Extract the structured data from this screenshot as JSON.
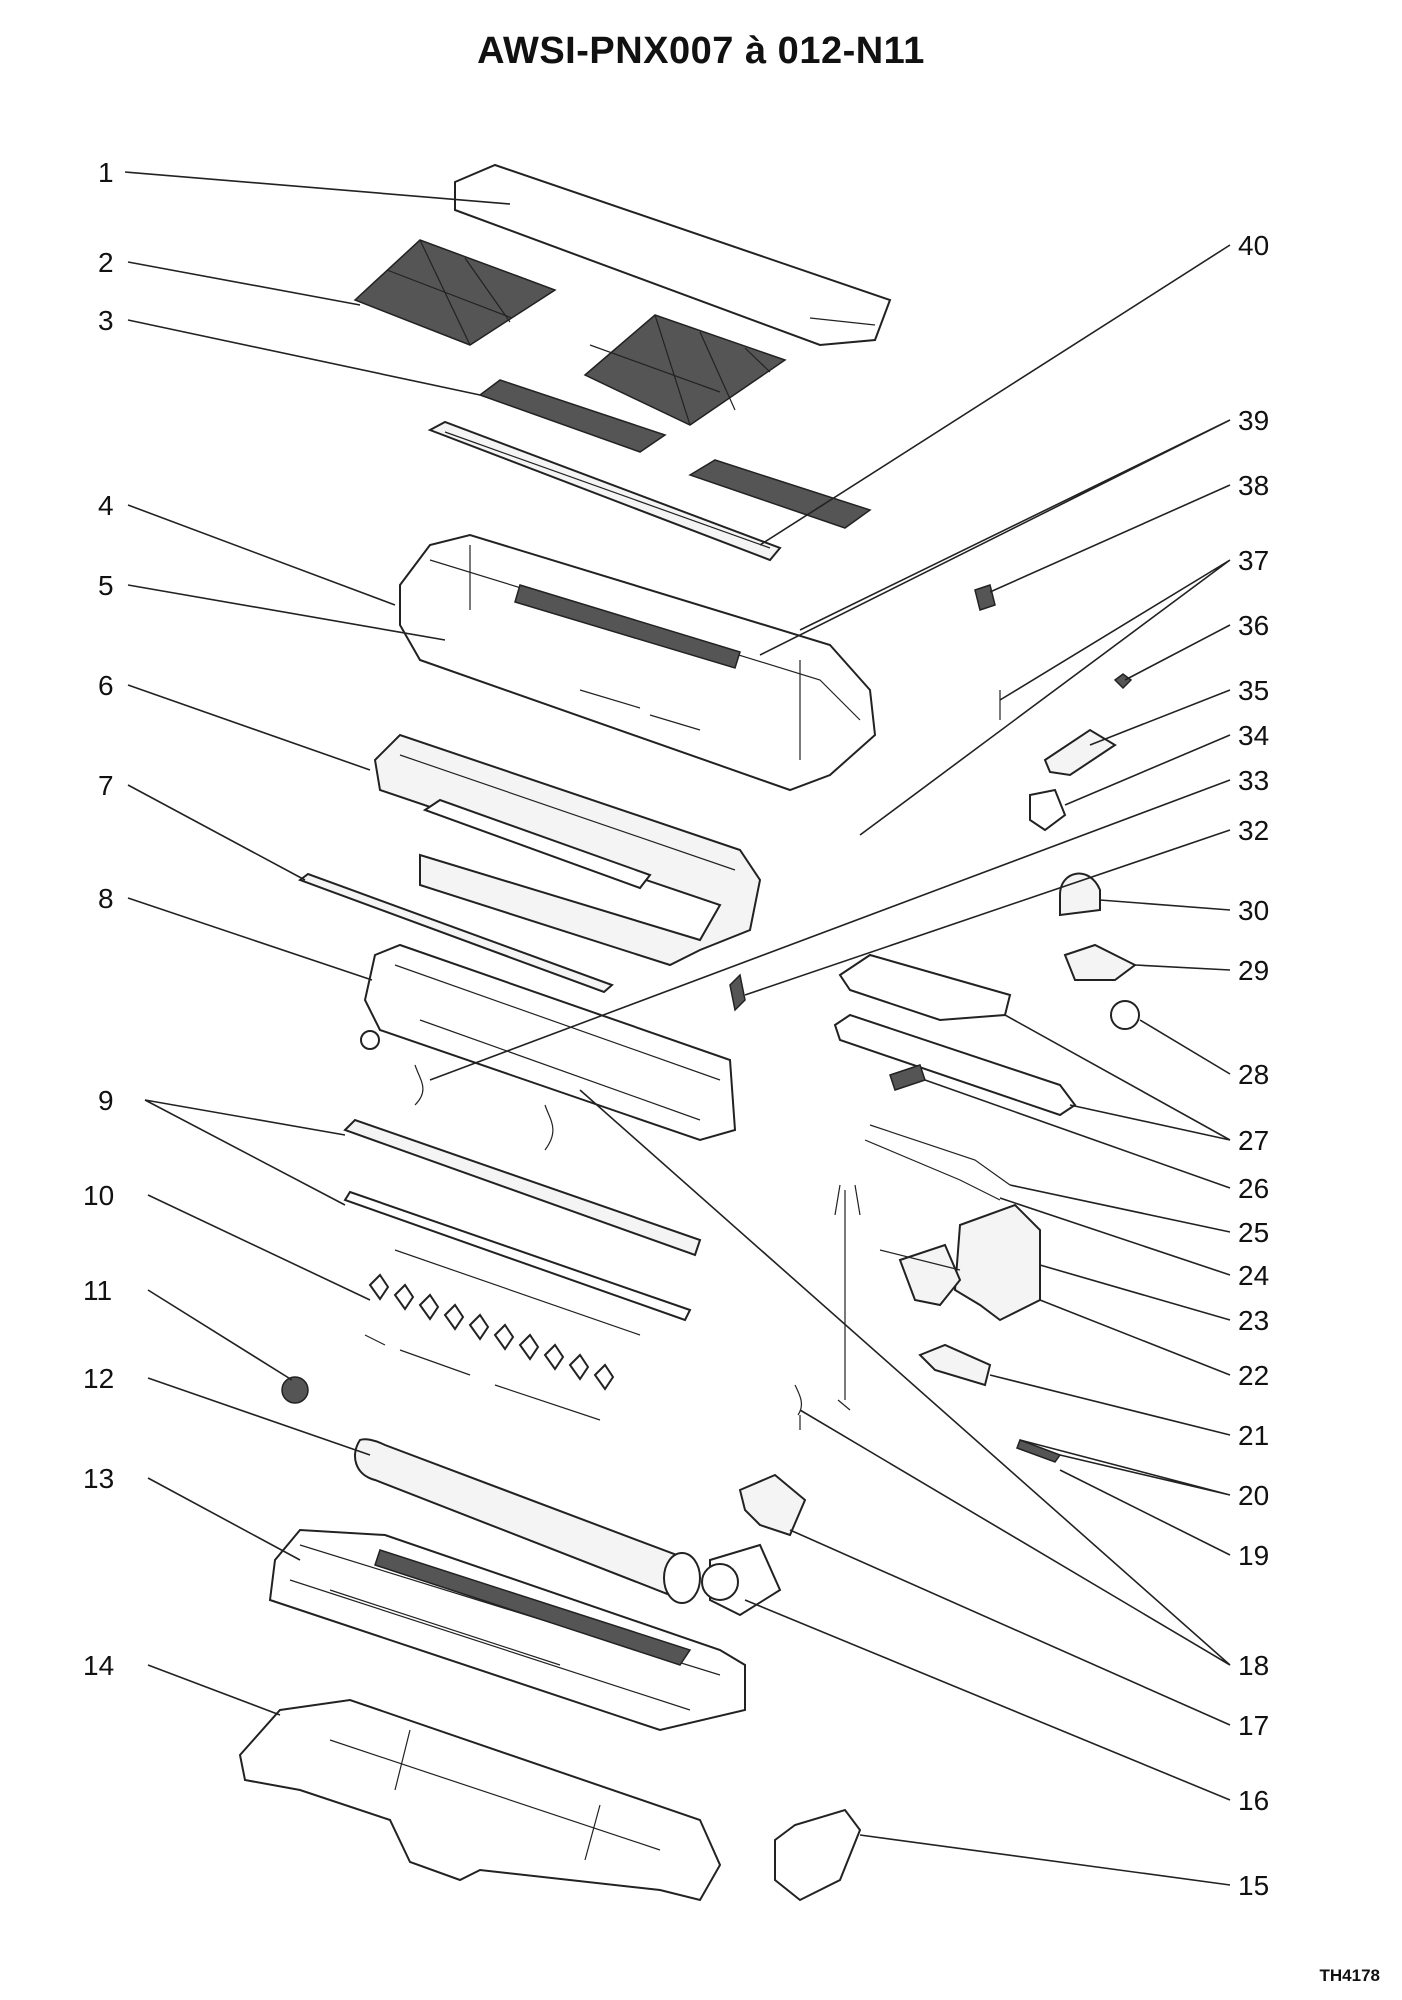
{
  "title": "AWSI-PNX007 à 012-N11",
  "drawing_code": "TH4178",
  "callouts": [
    "1",
    "2",
    "3",
    "4",
    "5",
    "6",
    "7",
    "8",
    "9",
    "10",
    "11",
    "12",
    "13",
    "14",
    "15",
    "16",
    "17",
    "18",
    "19",
    "20",
    "21",
    "22",
    "23",
    "24",
    "25",
    "26",
    "27",
    "28",
    "29",
    "30",
    "32",
    "33",
    "34",
    "35",
    "36",
    "37",
    "38",
    "39",
    "40"
  ]
}
